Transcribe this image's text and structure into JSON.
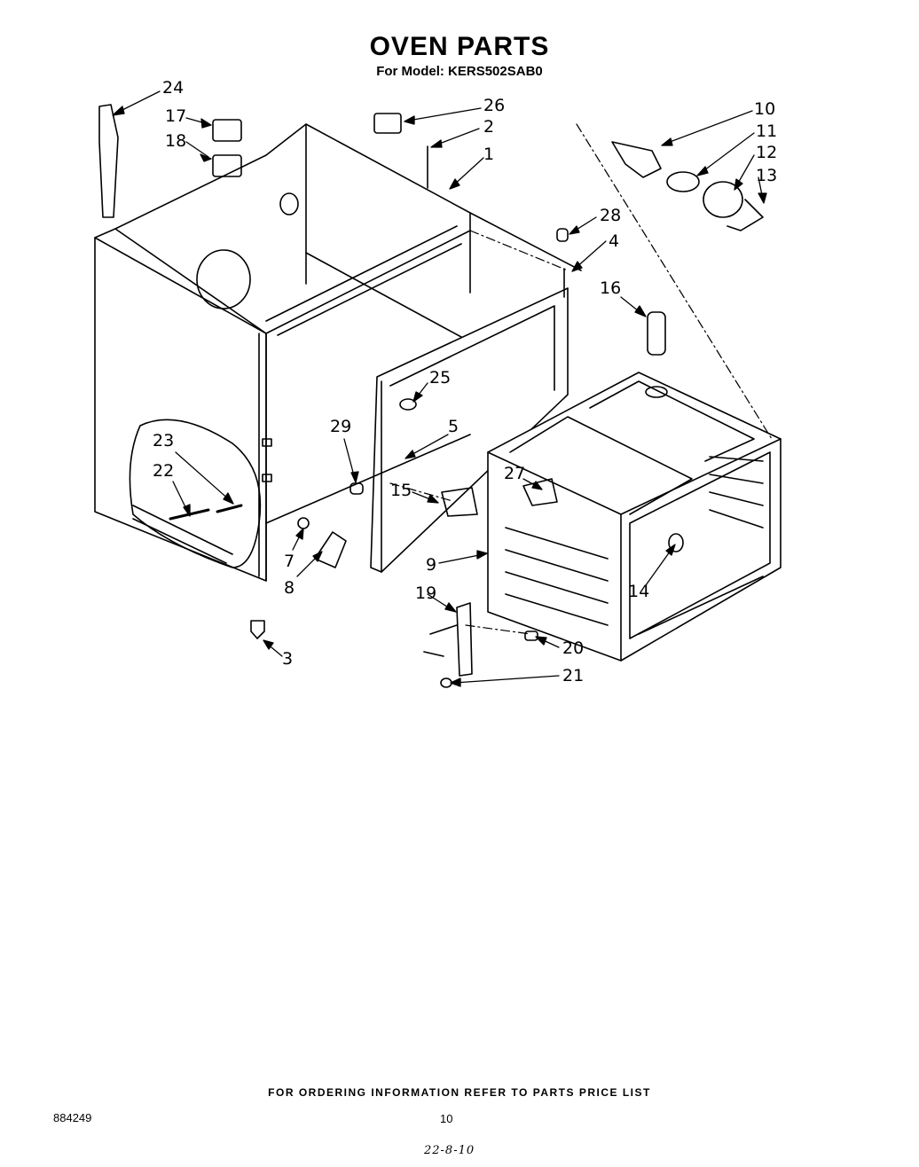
{
  "header": {
    "title": "OVEN PARTS",
    "model_line": "For Model: KERS502SAB0"
  },
  "callouts": [
    {
      "id": "c24",
      "label": "24"
    },
    {
      "id": "c17",
      "label": "17"
    },
    {
      "id": "c18",
      "label": "18"
    },
    {
      "id": "c26",
      "label": "26"
    },
    {
      "id": "c2",
      "label": "2"
    },
    {
      "id": "c1",
      "label": "1"
    },
    {
      "id": "c10",
      "label": "10"
    },
    {
      "id": "c11",
      "label": "11"
    },
    {
      "id": "c12",
      "label": "12"
    },
    {
      "id": "c13",
      "label": "13"
    },
    {
      "id": "c28",
      "label": "28"
    },
    {
      "id": "c4",
      "label": "4"
    },
    {
      "id": "c16",
      "label": "16"
    },
    {
      "id": "c25",
      "label": "25"
    },
    {
      "id": "c29",
      "label": "29"
    },
    {
      "id": "c5",
      "label": "5"
    },
    {
      "id": "c23",
      "label": "23"
    },
    {
      "id": "c22",
      "label": "22"
    },
    {
      "id": "c27",
      "label": "27"
    },
    {
      "id": "c15",
      "label": "15"
    },
    {
      "id": "c7",
      "label": "7"
    },
    {
      "id": "c8",
      "label": "8"
    },
    {
      "id": "c9",
      "label": "9"
    },
    {
      "id": "c14",
      "label": "14"
    },
    {
      "id": "c19",
      "label": "19"
    },
    {
      "id": "c20",
      "label": "20"
    },
    {
      "id": "c21",
      "label": "21"
    },
    {
      "id": "c3",
      "label": "3"
    }
  ],
  "footer": {
    "ordering_note": "FOR ORDERING INFORMATION REFER TO PARTS PRICE LIST",
    "doc_number": "884249",
    "page_number": "10",
    "handwritten_code": "22-8-10"
  }
}
